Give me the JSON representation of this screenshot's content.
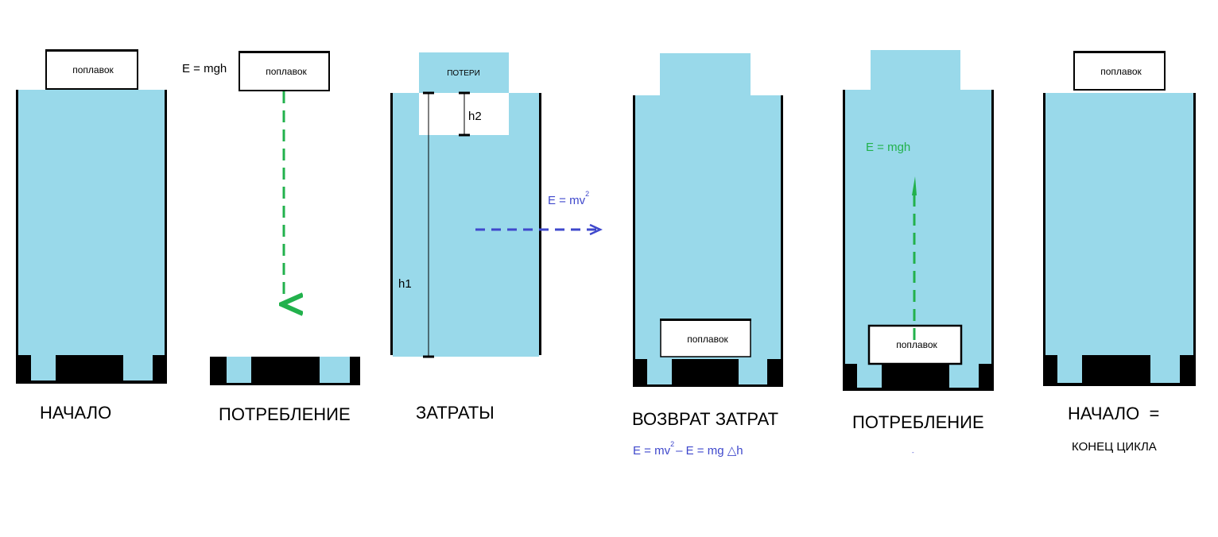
{
  "colors": {
    "water": "#99d9ea",
    "green": "#22b14c",
    "blue": "#3f48cc",
    "black": "#000000"
  },
  "float_label": "поплавок",
  "losses_label": "ПОТЕРИ",
  "stages": [
    {
      "label": "НАЧАЛО"
    },
    {
      "label": "ПОТРЕБЛЕНИЕ",
      "formula": "E = mgh"
    },
    {
      "label": "ЗАТРАТЫ",
      "formula": "E = mv",
      "formula_sup": "2",
      "h1": "h1",
      "h2": "h2"
    },
    {
      "label": "ВОЗВРАТ ЗАТРАТ",
      "formula_a": "E = mv",
      "formula_sup": "2",
      "formula_b": "–  E = mg △h"
    },
    {
      "label": "ПОТРЕБЛЕНИЕ",
      "formula": "E = mgh",
      "note": "-"
    },
    {
      "label": "НАЧАЛО  =",
      "sublabel": "КОНЕЦ ЦИКЛА"
    }
  ]
}
